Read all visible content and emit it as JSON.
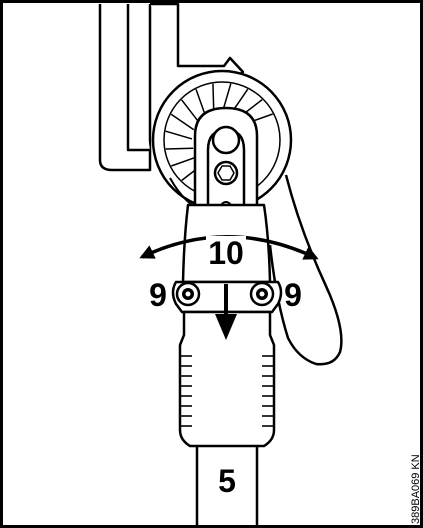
{
  "labels": {
    "part_rotate": "10",
    "screw_left": "9",
    "screw_right": "9",
    "shaft": "5"
  },
  "figure_code": "389BA069 KN",
  "colors": {
    "stroke": "#000000",
    "fill": "#ffffff"
  }
}
